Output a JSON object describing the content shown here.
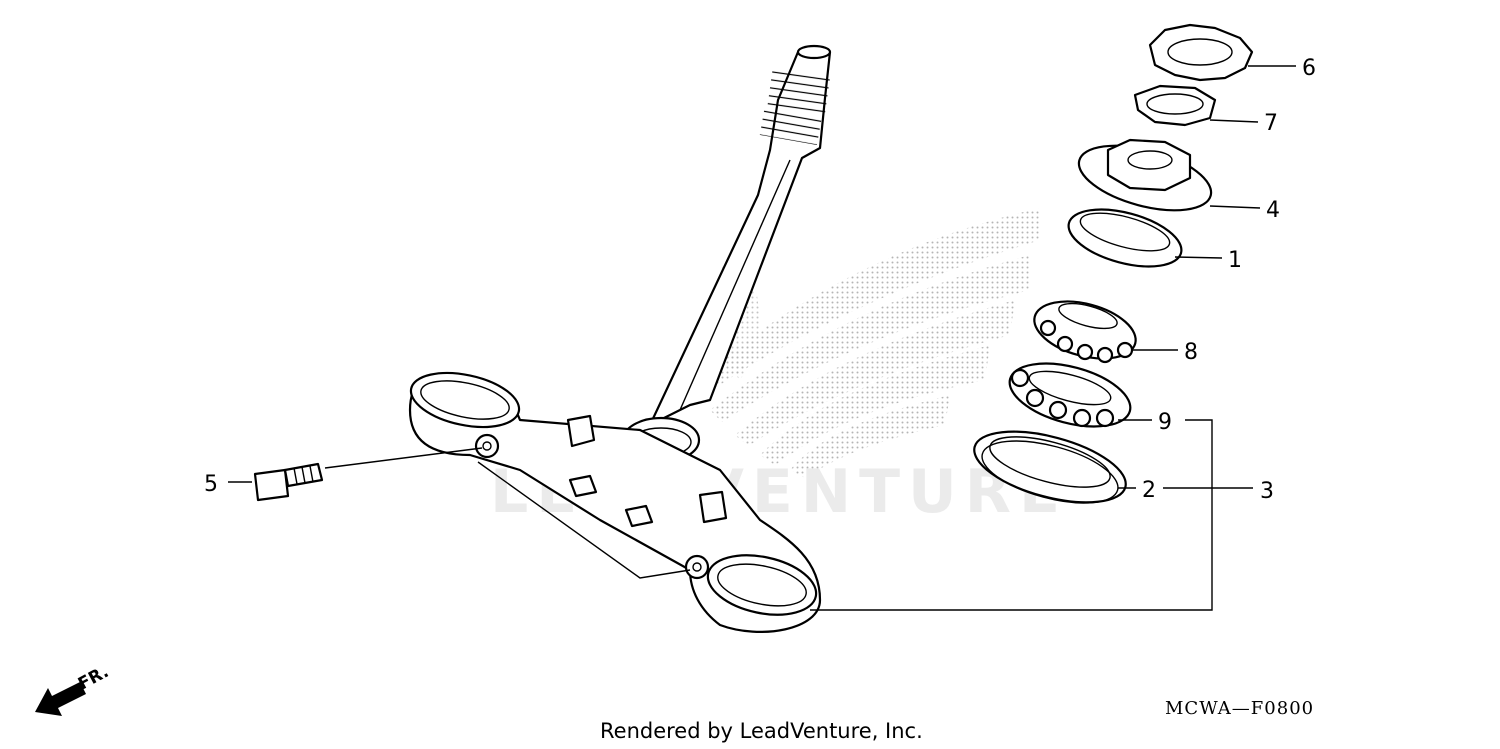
{
  "diagram": {
    "callouts": {
      "c1": "1",
      "c2": "2",
      "c3": "3",
      "c4": "4",
      "c5": "5",
      "c6": "6",
      "c7": "7",
      "c8": "8",
      "c9": "9"
    },
    "direction_label": "FR.",
    "diagram_code": "MCWA—F0800",
    "credit": "Rendered by LeadVenture, Inc."
  },
  "watermark": {
    "text": "LEADVENTURE"
  },
  "colors": {
    "line": "#000000",
    "background": "#ffffff",
    "watermark": "#d9d9d9"
  }
}
